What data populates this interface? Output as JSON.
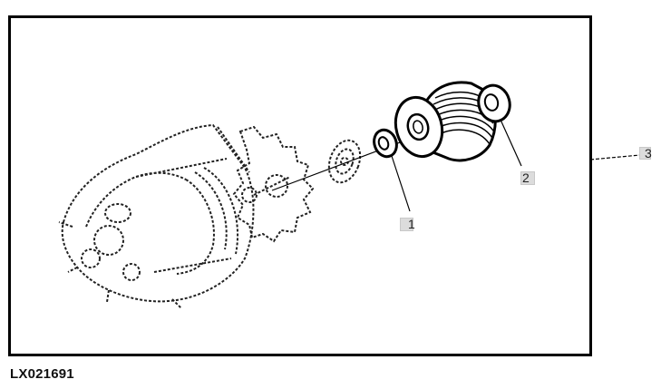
{
  "figure": {
    "id_label": "LX021691",
    "subject": "Alternator pulley assembly exploded view",
    "frame_color": "#000000",
    "callout_box_color": "#dcdcdc"
  },
  "callouts": [
    {
      "number": "1",
      "label": "1"
    },
    {
      "number": "2",
      "label": "2"
    },
    {
      "number": "3",
      "label": "3"
    }
  ]
}
